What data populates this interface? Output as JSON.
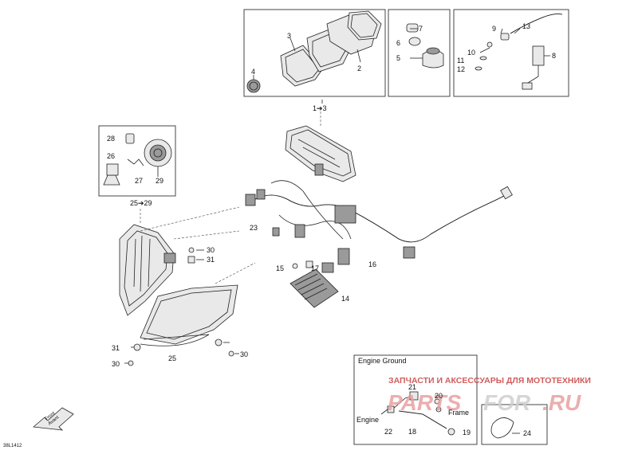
{
  "callouts": {
    "c1": "1",
    "c2": "2",
    "c3": "3",
    "c4": "4",
    "c5": "5",
    "c6": "6",
    "c7": "7",
    "c8": "8",
    "c9": "9",
    "c10": "10",
    "c11": "11",
    "c12": "12",
    "c13": "13",
    "c14": "14",
    "c15": "15",
    "c16": "16",
    "c17": "17",
    "c18": "18",
    "c19": "19",
    "c20": "20",
    "c21": "21",
    "c22": "22",
    "c23": "23",
    "c24": "24",
    "c25": "25",
    "c26": "26",
    "c27": "27",
    "c28": "28",
    "c29": "29",
    "c30a": "30",
    "c30b": "30",
    "c30c": "30",
    "c31a": "31",
    "c31b": "31",
    "range_1_3": "1➔3",
    "range_25_29": "25➔29"
  },
  "labels": {
    "engine_ground": "Engine Ground",
    "engine": "Engine",
    "frame": "Frame",
    "front": "Front",
    "avant": "Avant",
    "code": "38L1412"
  },
  "watermark": {
    "line1": "ЗАПЧАСТИ И АКСЕССУАРЫ ДЛЯ МОТОТЕХНИКИ",
    "part_a": "PARTS",
    "part_b": "FOR",
    "part_c": ".RU"
  }
}
